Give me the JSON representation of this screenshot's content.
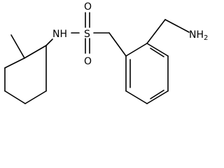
{
  "molecule": {
    "atom_labels": {
      "nh": "NH",
      "sulfur": "S",
      "oxygen_top": "O",
      "oxygen_bottom": "O",
      "amine": "NH",
      "amine_subscript": "2"
    }
  },
  "colors": {
    "bond": "#000000",
    "label": "#000000",
    "background": "#ffffff"
  }
}
